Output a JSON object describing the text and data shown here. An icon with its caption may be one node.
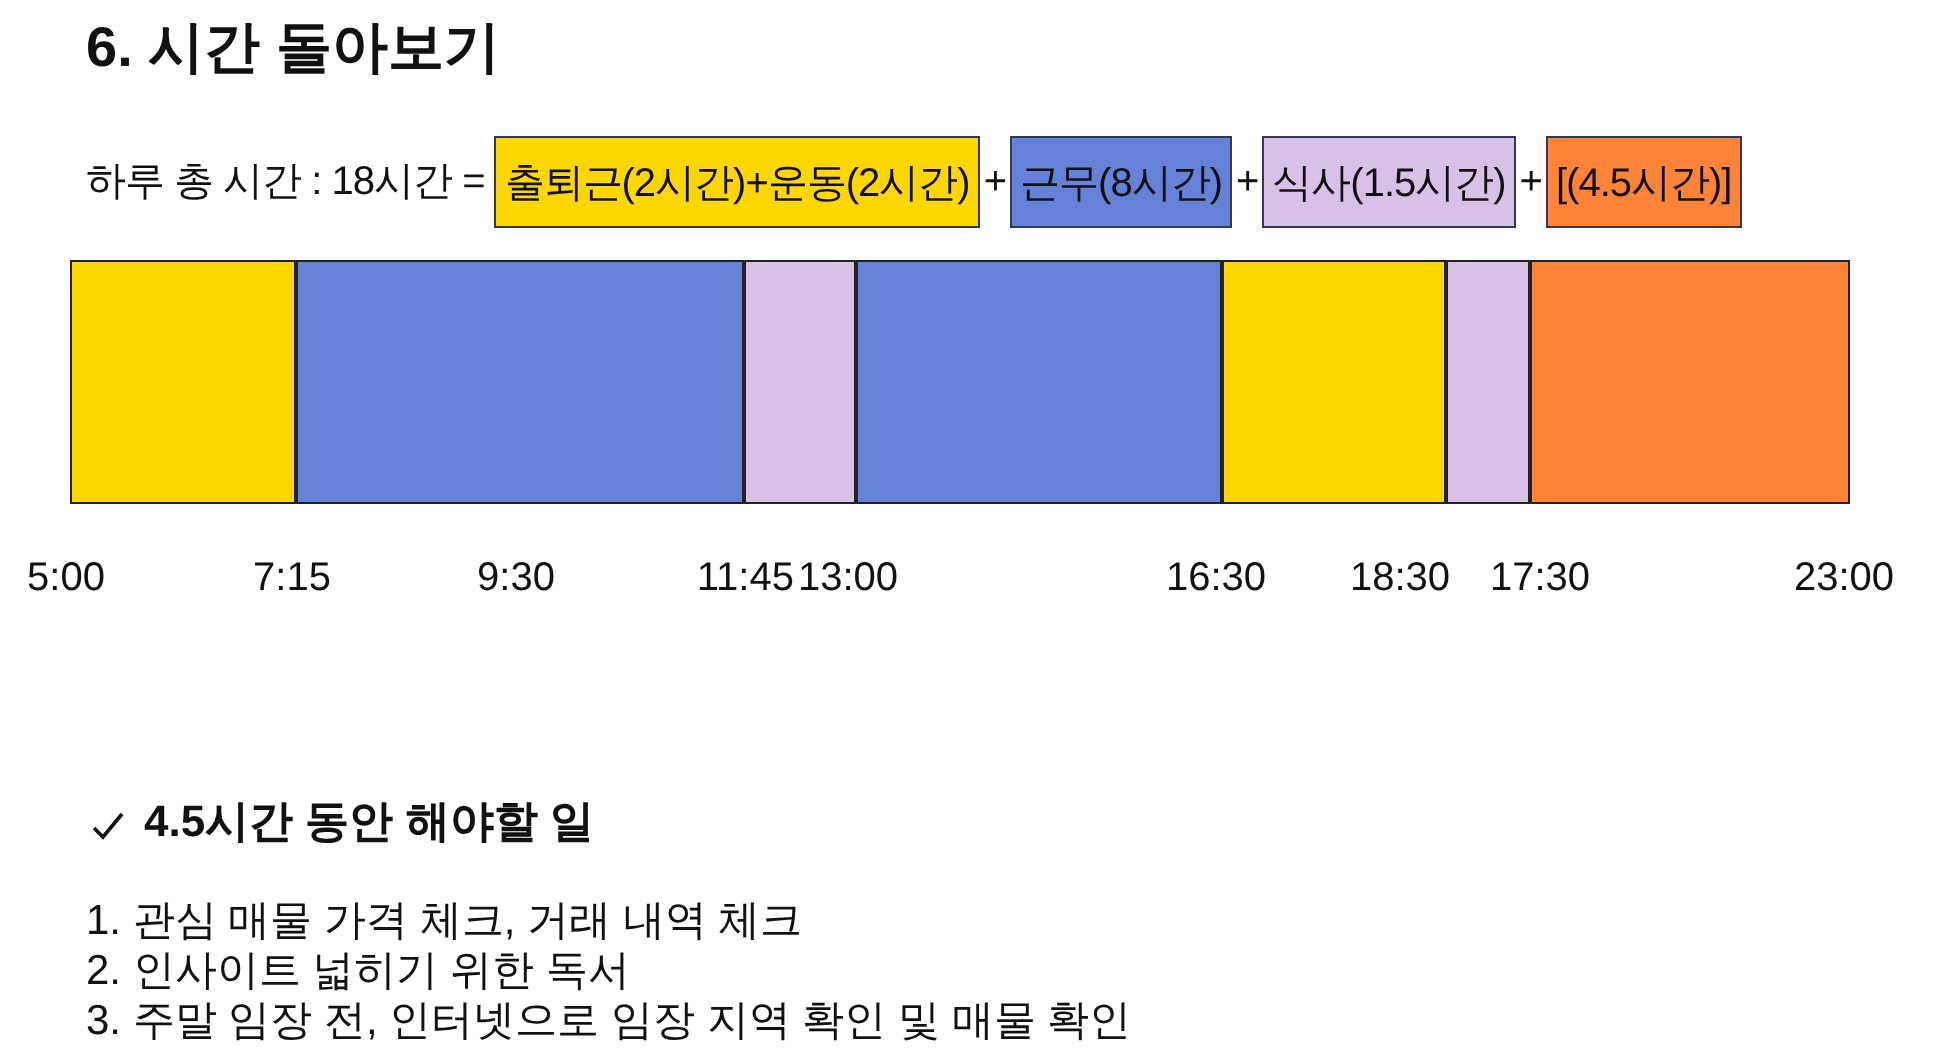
{
  "diagram": {
    "title": "6. 시간 돌아보기",
    "nodes": [
      {
        "text": [
          "출퇴근(2시간)+운동(2시간)"
        ]
      },
      {
        "text": [
          "근무(8시간)"
        ]
      },
      {
        "text": [
          "식사(1.5시간)"
        ]
      },
      {
        "text": [
          "[(4.5시간)]"
        ]
      },
      {
        "text": [],
        "shape": "box"
      },
      {
        "text": [],
        "shape": "box"
      },
      {
        "text": [],
        "shape": "box"
      },
      {
        "text": [],
        "shape": "box"
      },
      {
        "text": [],
        "shape": "box"
      },
      {
        "text": [],
        "shape": "box"
      },
      {
        "text": [],
        "shape": "box"
      }
    ],
    "labels": [
      "하루 총 시간 : 18시간 =",
      "+",
      "+",
      "+",
      "5:00",
      "7:15",
      "9:30",
      "11:45",
      "13:00",
      "16:30",
      "18:30",
      "17:30",
      "23:00",
      "4.5시간 동안 해야할 일",
      "1. 관심 매물 가격 체크, 거래 내역 체크",
      "2. 인사이트 넓히기 위한 독서",
      "3. 주말 임장 전, 인터넷으로 임장 지역 확인 및 매물 확인"
    ]
  }
}
